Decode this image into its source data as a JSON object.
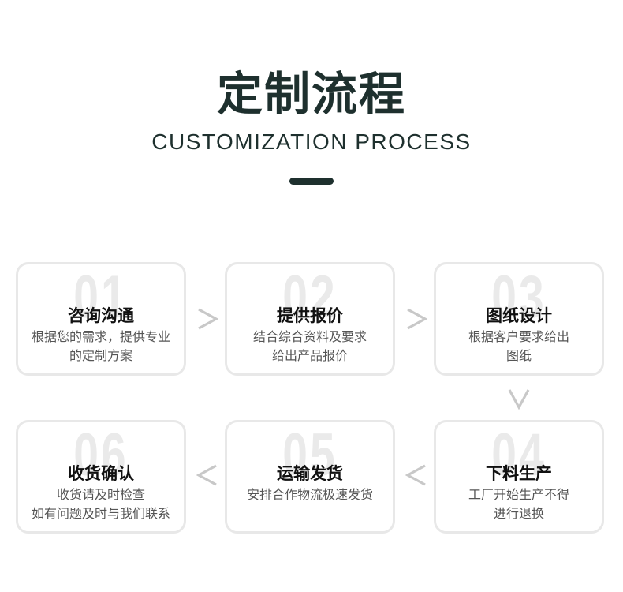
{
  "header": {
    "title": "定制流程",
    "subtitle": "CUSTOMIZATION PROCESS"
  },
  "steps": [
    {
      "num": "01",
      "title": "咨询沟通",
      "desc": [
        "根据您的需求，提供专业",
        "的定制方案"
      ]
    },
    {
      "num": "02",
      "title": "提供报价",
      "desc": [
        "结合综合资料及要求",
        "给出产品报价"
      ]
    },
    {
      "num": "03",
      "title": "图纸设计",
      "desc": [
        "根据客户要求给出",
        "图纸"
      ]
    },
    {
      "num": "04",
      "title": "下料生产",
      "desc": [
        "工厂开始生产不得",
        "进行退换"
      ]
    },
    {
      "num": "05",
      "title": "运输发货",
      "desc": [
        "安排合作物流极速发货",
        ""
      ]
    },
    {
      "num": "06",
      "title": "收货确认",
      "desc": [
        "收货请及时检查",
        "如有问题及时与我们联系"
      ]
    }
  ],
  "colors": {
    "heading": "#1e302e",
    "card_border": "#e8e8e8",
    "number_watermark": "#eaeaea",
    "arrow": "#c8c8c8"
  },
  "icons": {
    "arrow_right": "chevron-right-icon",
    "arrow_down": "chevron-down-icon",
    "arrow_left": "chevron-left-icon"
  }
}
